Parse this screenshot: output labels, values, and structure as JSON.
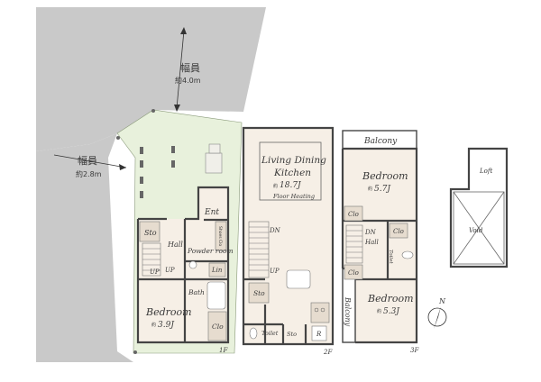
{
  "road_north": {
    "label": "幅員",
    "width": "約4.0m"
  },
  "road_west": {
    "label": "幅員",
    "width": "約2.8m"
  },
  "floor1": {
    "entrance": "Ent",
    "storage": "Sto",
    "shoes_closet": "Shoes Clo",
    "hall": "Hall",
    "powder_room": "Powder room",
    "linen": "Lin",
    "bath_room": "Bath room",
    "up": "UP",
    "bedroom": "Bedroom",
    "bedroom_size_prefix": "約",
    "bedroom_size": "3.9J",
    "closet": "Clo",
    "floor_label": "1F"
  },
  "floor2": {
    "ldk_line1": "Living Dining",
    "ldk_line2": "Kitchen",
    "ldk_size_prefix": "約",
    "ldk_size": "18.7J",
    "floor_heating": "Floor Heating",
    "down": "DN",
    "up": "UP",
    "storage": "Sto",
    "toilet": "Toilet",
    "storage2": "Sto",
    "refrigerator": "R",
    "floor_label": "2F"
  },
  "floor3": {
    "balcony_top": "Balcony",
    "bedroom_a": "Bedroom",
    "bedroom_a_size_prefix": "約",
    "bedroom_a_size": "5.7J",
    "closet_a": "Clo",
    "closet_b": "Clo",
    "down": "DN",
    "hall": "Hall",
    "toilet": "Toilet",
    "closet_c": "Clo",
    "balcony_side": "Balcony",
    "bedroom_b": "Bedroom",
    "bedroom_b_size_prefix": "約",
    "bedroom_b_size": "5.3J",
    "floor_label": "3F"
  },
  "loft": {
    "loft": "Loft",
    "void": "Void"
  },
  "compass": {
    "north": "N"
  },
  "colors": {
    "road": "#c9c9c9",
    "lot": "#e8f1dc",
    "floor": "#f6efe6",
    "fixture": "#e6dccf",
    "wall": "#444444"
  }
}
